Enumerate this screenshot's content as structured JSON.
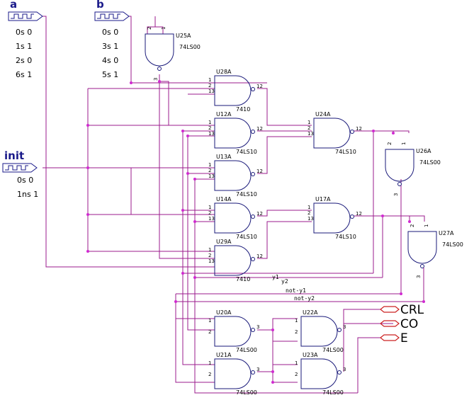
{
  "stimuli": [
    {
      "name": "a",
      "values": [
        "0s 0",
        "1s 1",
        "2s 0",
        "6s 1"
      ]
    },
    {
      "name": "b",
      "values": [
        "0s 0",
        "3s 1",
        "4s 0",
        "5s 1"
      ]
    },
    {
      "name": "init",
      "values": [
        "0s 0",
        "1ns 1"
      ]
    }
  ],
  "gates": [
    {
      "ref": "U25A",
      "part": "74LS00"
    },
    {
      "ref": "U28A",
      "part": "7410"
    },
    {
      "ref": "U12A",
      "part": "74LS10"
    },
    {
      "ref": "U13A",
      "part": "74LS10"
    },
    {
      "ref": "U14A",
      "part": "74LS10"
    },
    {
      "ref": "U29A",
      "part": "7410"
    },
    {
      "ref": "U24A",
      "part": "74LS10"
    },
    {
      "ref": "U17A",
      "part": "74LS10"
    },
    {
      "ref": "U26A",
      "part": "74LS00"
    },
    {
      "ref": "U27A",
      "part": "74LS00"
    },
    {
      "ref": "U20A",
      "part": "74LS00"
    },
    {
      "ref": "U21A",
      "part": "74LS00"
    },
    {
      "ref": "U22A",
      "part": "74LS00"
    },
    {
      "ref": "U23A",
      "part": "74LS00"
    }
  ],
  "nets": [
    "y1",
    "y2",
    "not-y1",
    "not-y2"
  ],
  "ports": [
    "CRL",
    "CO",
    "E"
  ],
  "colors": {
    "wire": "#9b1b8c",
    "junction": "#d02ad0",
    "gate": "#1a1a7a",
    "stimulus": "#1a1a8a",
    "port": "#cc2222"
  }
}
